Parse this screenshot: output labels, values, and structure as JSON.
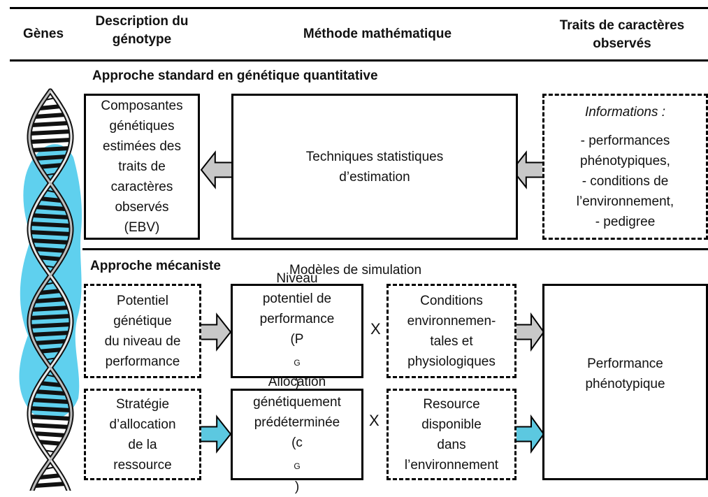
{
  "header": {
    "col1": "Gènes",
    "col2": [
      "Description du",
      "génotype"
    ],
    "col3": "Méthode mathématique",
    "col4": [
      "Traits de caractères",
      "observés"
    ]
  },
  "standard": {
    "title": "Approche standard en génétique quantitative",
    "ebv_box": [
      "Composantes",
      "génétiques",
      "estimées des",
      "traits de",
      "caractères",
      "observés",
      "(EBV)"
    ],
    "method_box": [
      "Techniques statistiques",
      "d’estimation"
    ],
    "info_box": {
      "title": "Informations :",
      "items": [
        "- performances",
        "phénotypiques,",
        "- conditions de",
        "l’environnement,",
        "- pedigree"
      ]
    }
  },
  "mechanistic": {
    "title": "Approche mécaniste",
    "subtitle": "Modèles de simulation",
    "row1": {
      "genotype": [
        "Potentiel",
        "génétique",
        "du niveau de",
        "performance"
      ],
      "method": [
        "Niveau",
        "potentiel de",
        "performance"
      ],
      "method_symbol": "(P",
      "method_sub": "G",
      "method_close": ")",
      "times": "X",
      "condition": [
        "Conditions",
        "environnemen-",
        "tales et",
        "physiologiques"
      ]
    },
    "row2": {
      "genotype": [
        "Stratégie",
        "d’allocation",
        "de la",
        "ressource"
      ],
      "method": [
        "Allocation",
        "génétiquement",
        "prédéterminée"
      ],
      "method_symbol": "(c",
      "method_sub": "G",
      "method_close": ")",
      "times": "X",
      "condition": [
        "Resource",
        "disponible",
        "dans",
        "l’environnement"
      ]
    },
    "result": [
      "Performance",
      "phénotypique"
    ]
  },
  "colors": {
    "gray_arrow": "#c8c8c8",
    "blue_arrow": "#5cc8e0",
    "dna_background": "#5fd0ee"
  }
}
